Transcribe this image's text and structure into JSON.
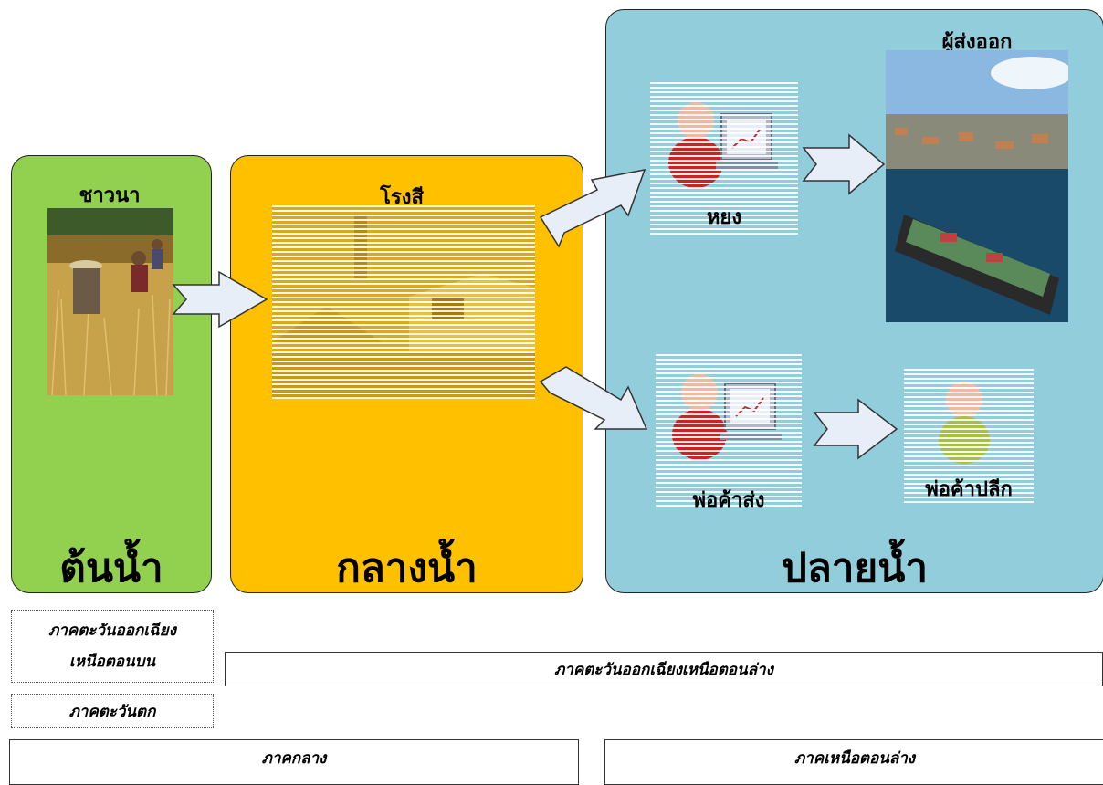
{
  "stages": {
    "upstream": {
      "title": "ต้นน้ำ",
      "actor": "ชาวนา"
    },
    "midstream": {
      "title": "กลางน้ำ",
      "actor": "โรงสี"
    },
    "downstream": {
      "title": "ปลายน้ำ",
      "actors": {
        "broker": "หยง",
        "exporter": "ผู้ส่งออก",
        "wholesaler": "พ่อค้าส่ง",
        "retailer": "พ่อค้าปลีก"
      }
    }
  },
  "regions": {
    "northeast_upper_line1": "ภาคตะวันออกเฉียง",
    "northeast_upper_line2": "เหนือตอนบน",
    "west": "ภาคตะวันตก",
    "northeast_lower": "ภาคตะวันออกเฉียงเหนือตอนล่าง",
    "central": "ภาคกลาง",
    "north_lower": "ภาคเหนือตอนล่าง"
  },
  "colors": {
    "upstream": "#92d050",
    "midstream": "#ffc000",
    "downstream": "#92cddc",
    "arrow_fill": "#e8eef8"
  },
  "icons": [
    "rice-farmer-photo",
    "rice-mill-photo",
    "person-computer-icon",
    "port-ship-photo",
    "person-icon",
    "block-arrow-icon"
  ]
}
